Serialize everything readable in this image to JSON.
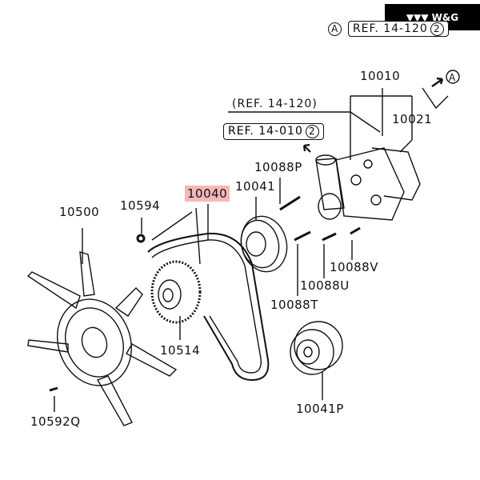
{
  "logo": {
    "icon": "triple-chevron-icon",
    "text": "W&G"
  },
  "top_ref": {
    "marker": "A",
    "text": "REF. 14-120",
    "circle": "2"
  },
  "arrow_marker": "A",
  "refs": {
    "ref_14_120": "(REF. 14-120)",
    "ref_14_010": "REF. 14-010",
    "ref_14_010_circle": "2"
  },
  "parts": {
    "p10010": "10010",
    "p10021": "10021",
    "p10088P": "10088P",
    "p10041": "10041",
    "p10040": "10040",
    "p10594": "10594",
    "p10500": "10500",
    "p10514": "10514",
    "p10088V": "10088V",
    "p10088U": "10088U",
    "p10088T": "10088T",
    "p10041P": "10041P",
    "p10592Q": "10592Q"
  },
  "colors": {
    "highlight": "#f4b8b8",
    "line": "#111111"
  }
}
